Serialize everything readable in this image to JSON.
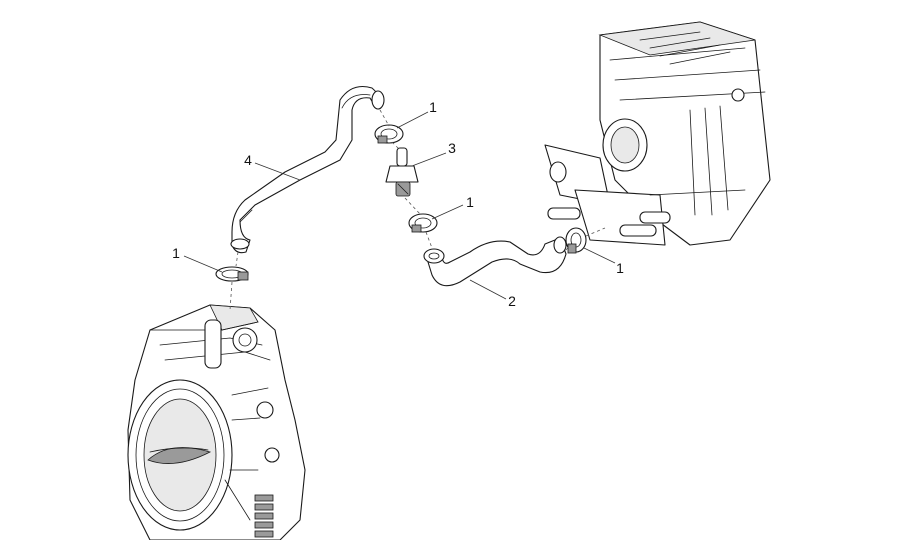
{
  "callouts": [
    {
      "id": "clamp-top",
      "label": "1"
    },
    {
      "id": "valve",
      "label": "3"
    },
    {
      "id": "clamp-middle",
      "label": "1"
    },
    {
      "id": "hose-long",
      "label": "4"
    },
    {
      "id": "clamp-left",
      "label": "1"
    },
    {
      "id": "clamp-right",
      "label": "1"
    },
    {
      "id": "hose-short",
      "label": "2"
    }
  ]
}
